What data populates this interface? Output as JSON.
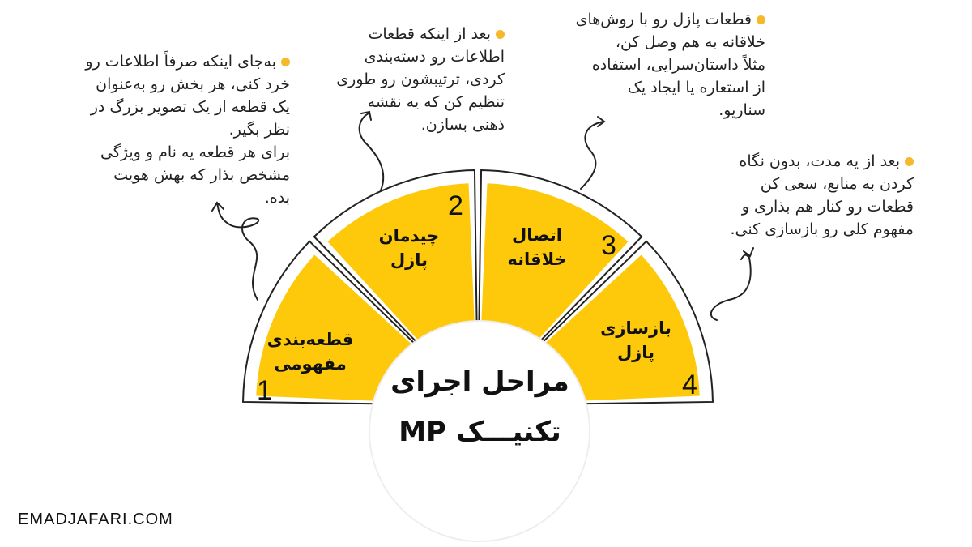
{
  "title": {
    "line1": "مراحل اجرای",
    "line2": "تکنیـــک MP"
  },
  "steps": [
    {
      "number": "1",
      "label_line1": "قطعه‌بندی",
      "label_line2": "مفهومی",
      "note": [
        "به‌جای اینکه صرفاً اطلاعات رو",
        "خرد کنی، هر بخش رو به‌عنوان",
        "یک قطعه از یک تصویر بزرگ در",
        "نظر بگیر.",
        "برای هر قطعه یه نام و ویژگی",
        "مشخص بذار که بهش هویت",
        "بده."
      ]
    },
    {
      "number": "2",
      "label_line1": "چیدمان",
      "label_line2": "پازل",
      "note": [
        "بعد از اینکه قطعات",
        "اطلاعات رو دسته‌بندی",
        "کردی، ترتیبشون رو طوری",
        "تنظیم کن که یه نقشه",
        "ذهنی بسازن."
      ]
    },
    {
      "number": "3",
      "label_line1": "اتصال",
      "label_line2": "خلاقانه",
      "note": [
        "قطعات پازل رو با روش‌های",
        "خلاقانه به هم وصل کن،",
        "مثلاً داستان‌سرایی، استفاده",
        "از استعاره یا ایجاد یک",
        "سناریو."
      ]
    },
    {
      "number": "4",
      "label_line1": "بازسازی",
      "label_line2": "پازل",
      "note": [
        "بعد از یه مدت، بدون نگاه",
        "کردن به منابع، سعی کن",
        "قطعات رو کنار هم بذاری و",
        "مفهوم کلی رو بازسازی کنی."
      ]
    }
  ],
  "footer": "EMADJAFARI.COM",
  "colors": {
    "accent": "#fdc90a",
    "bullet": "#f6b92b",
    "outline": "#222222"
  }
}
